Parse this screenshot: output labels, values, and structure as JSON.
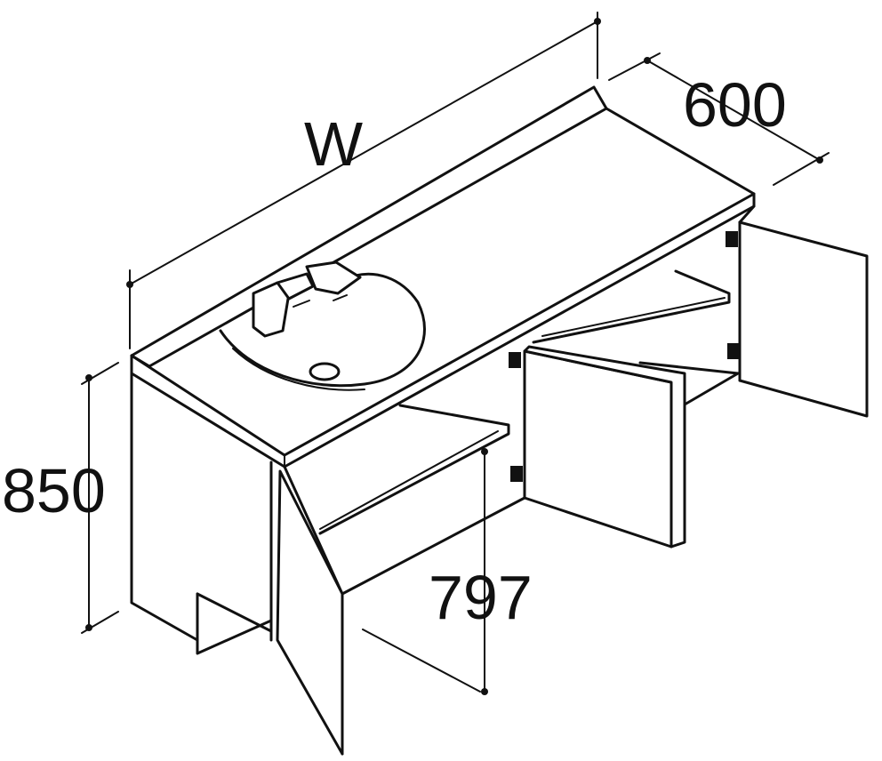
{
  "dimensions": {
    "width_label": "W",
    "depth_label": "600",
    "height_label": "850",
    "inner_height_label": "797"
  },
  "colors": {
    "stroke": "#111111",
    "background": "#ffffff"
  }
}
